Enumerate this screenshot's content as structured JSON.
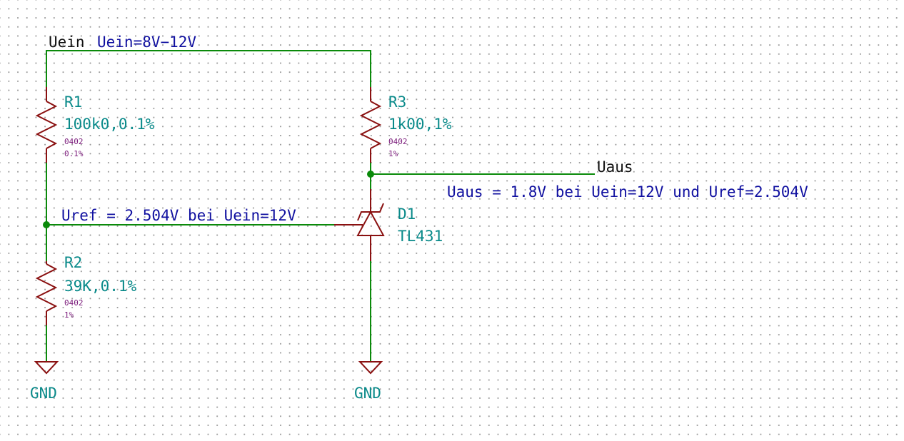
{
  "net_labels": {
    "uein_label": "Uein",
    "uein_note": "Uein=8V−12V",
    "uaus_label": "Uaus",
    "uaus_note": "Uaus = 1.8V bei Uein=12V und Uref=2.504V",
    "uref_note": "Uref = 2.504V bei Uein=12V"
  },
  "components": {
    "r1": {
      "ref": "R1",
      "value": "100k0,0.1%",
      "footprint": "0402",
      "tolerance": "0.1%"
    },
    "r2": {
      "ref": "R2",
      "value": "39K,0.1%",
      "footprint": "0402",
      "tolerance": "1%"
    },
    "r3": {
      "ref": "R3",
      "value": "1k00,1%",
      "footprint": "0402",
      "tolerance": "1%"
    },
    "d1": {
      "ref": "D1",
      "value": "TL431"
    }
  },
  "power": {
    "gnd_left": "GND",
    "gnd_right": "GND"
  },
  "colors": {
    "wire": "#0a8a0a",
    "component": "#8a1010",
    "reference": "#0a8a8a",
    "footprint": "#7a1a7a",
    "note": "#1010a0"
  }
}
